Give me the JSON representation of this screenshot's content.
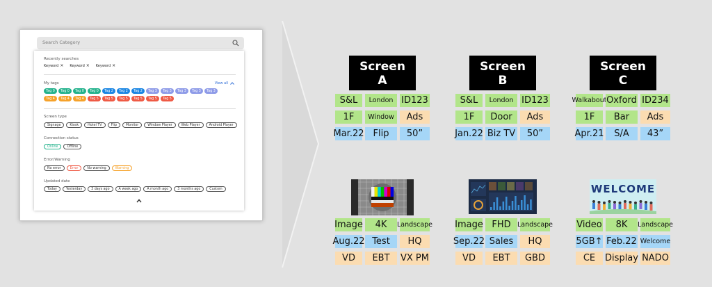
{
  "panel": {
    "search_placeholder": "Search Category",
    "recent": {
      "title": "Recently searches",
      "keywords": [
        "Keyword",
        "Keyword",
        "Keyword"
      ]
    },
    "tags": {
      "title": "My tags",
      "view_all": "View all",
      "row1": [
        {
          "label": "Tag 0",
          "color": "#23b28c"
        },
        {
          "label": "Tag 0",
          "color": "#23b28c"
        },
        {
          "label": "Tag 0",
          "color": "#23b28c"
        },
        {
          "label": "Tag 0",
          "color": "#23b28c"
        },
        {
          "label": "Tag 2",
          "color": "#1b86e3"
        },
        {
          "label": "Tag 2",
          "color": "#1b86e3"
        },
        {
          "label": "Tag 2",
          "color": "#1b86e3"
        },
        {
          "label": "Tag 3",
          "color": "#8e9be8"
        },
        {
          "label": "Tag 3",
          "color": "#8e9be8"
        },
        {
          "label": "Tag 3",
          "color": "#8e9be8"
        },
        {
          "label": "Tag 3",
          "color": "#8e9be8"
        },
        {
          "label": "Tag 3",
          "color": "#8e9be8"
        }
      ],
      "row2": [
        {
          "label": "Tag 4",
          "color": "#f6a22a"
        },
        {
          "label": "Tag 4",
          "color": "#f6a22a"
        },
        {
          "label": "Tag 4",
          "color": "#f6a22a"
        },
        {
          "label": "Tag 5",
          "color": "#ef5a45"
        },
        {
          "label": "Tag 5",
          "color": "#ef5a45"
        },
        {
          "label": "Tag 5",
          "color": "#ef5a45"
        },
        {
          "label": "Tag 5",
          "color": "#ef5a45"
        },
        {
          "label": "Tag 5",
          "color": "#ef5a45"
        },
        {
          "label": "Tag 5",
          "color": "#ef5a45"
        }
      ]
    },
    "screen_type": {
      "title": "Screen type",
      "chips": [
        "Signage",
        "Kiosk",
        "Hotel TV",
        "Flip",
        "Monitor",
        "Window Player",
        "Web Player",
        "Android Player"
      ]
    },
    "connection": {
      "title": "Connection status",
      "chips": [
        {
          "label": "Online",
          "color": "#23b28c"
        },
        {
          "label": "Offline",
          "color": "#555555"
        }
      ]
    },
    "error": {
      "title": "Error/Warning",
      "chips": [
        {
          "label": "No error",
          "color": "#555555"
        },
        {
          "label": "Error",
          "color": "#ef5a45"
        },
        {
          "label": "No warning",
          "color": "#555555"
        },
        {
          "label": "Warning",
          "color": "#f6a22a"
        }
      ]
    },
    "updated": {
      "title": "Updated date",
      "chips": [
        "Today",
        "Yesterday",
        "3 days ago",
        "A week ago",
        "A month ago",
        "3 months ago",
        "Custom"
      ]
    }
  },
  "colors": {
    "green": "#b2e58a",
    "blue": "#a5d6f7",
    "peach": "#fbdcb1"
  },
  "screens": [
    {
      "label_line1": "Screen",
      "label_line2": "A",
      "rows": [
        [
          {
            "t": "S&L",
            "c": "green"
          },
          {
            "t": "London",
            "c": "green",
            "small": true
          },
          {
            "t": "ID123",
            "c": "green"
          }
        ],
        [
          {
            "t": "1F",
            "c": "green"
          },
          {
            "t": "Window",
            "c": "green",
            "small": true
          },
          {
            "t": "Ads",
            "c": "peach"
          }
        ],
        [
          {
            "t": "Mar.22",
            "c": "blue"
          },
          {
            "t": "Flip",
            "c": "blue"
          },
          {
            "t": "50”",
            "c": "blue"
          }
        ]
      ]
    },
    {
      "label_line1": "Screen",
      "label_line2": "B",
      "rows": [
        [
          {
            "t": "S&L",
            "c": "green"
          },
          {
            "t": "London",
            "c": "green",
            "small": true
          },
          {
            "t": "ID123",
            "c": "green"
          }
        ],
        [
          {
            "t": "1F",
            "c": "green"
          },
          {
            "t": "Door",
            "c": "green"
          },
          {
            "t": "Ads",
            "c": "peach"
          }
        ],
        [
          {
            "t": "Jan.22",
            "c": "blue"
          },
          {
            "t": "Biz TV",
            "c": "blue"
          },
          {
            "t": "50”",
            "c": "blue"
          }
        ]
      ]
    },
    {
      "label_line1": "Screen",
      "label_line2": "C",
      "rows": [
        [
          {
            "t": "Walkabout",
            "c": "green",
            "small": true
          },
          {
            "t": "Oxford",
            "c": "green"
          },
          {
            "t": "ID234",
            "c": "green"
          }
        ],
        [
          {
            "t": "1F",
            "c": "green"
          },
          {
            "t": "Bar",
            "c": "green"
          },
          {
            "t": "Ads",
            "c": "peach"
          }
        ],
        [
          {
            "t": "Apr.21",
            "c": "blue"
          },
          {
            "t": "S/A",
            "c": "blue"
          },
          {
            "t": "43”",
            "c": "blue"
          }
        ]
      ]
    }
  ],
  "contents": [
    {
      "thumb": "test-pattern-image",
      "rows": [
        [
          {
            "t": "Image",
            "c": "green"
          },
          {
            "t": "4K",
            "c": "green"
          },
          {
            "t": "Landscape",
            "c": "green",
            "small": true
          }
        ],
        [
          {
            "t": "Aug.22",
            "c": "blue"
          },
          {
            "t": "Test",
            "c": "blue"
          },
          {
            "t": "HQ",
            "c": "peach"
          }
        ],
        [
          {
            "t": "VD",
            "c": "peach"
          },
          {
            "t": "EBT",
            "c": "peach"
          },
          {
            "t": "VX PM",
            "c": "peach"
          }
        ]
      ]
    },
    {
      "thumb": "dashboard-image",
      "rows": [
        [
          {
            "t": "Image",
            "c": "green"
          },
          {
            "t": "FHD",
            "c": "green"
          },
          {
            "t": "Landscape",
            "c": "green",
            "small": true
          }
        ],
        [
          {
            "t": "Sep.22",
            "c": "blue"
          },
          {
            "t": "Sales",
            "c": "blue"
          },
          {
            "t": "HQ",
            "c": "peach"
          }
        ],
        [
          {
            "t": "VD",
            "c": "peach"
          },
          {
            "t": "EBT",
            "c": "peach"
          },
          {
            "t": "GBD",
            "c": "peach"
          }
        ]
      ]
    },
    {
      "thumb": "welcome-image",
      "thumb_text": "WELCOME",
      "rows": [
        [
          {
            "t": "Video",
            "c": "green"
          },
          {
            "t": "8K",
            "c": "green"
          },
          {
            "t": "Landscape",
            "c": "green",
            "small": true
          }
        ],
        [
          {
            "t": "5GB↑",
            "c": "blue"
          },
          {
            "t": "Feb.22",
            "c": "blue"
          },
          {
            "t": "Welcome",
            "c": "blue",
            "small": true
          }
        ],
        [
          {
            "t": "CE",
            "c": "peach"
          },
          {
            "t": "Display",
            "c": "peach"
          },
          {
            "t": "NADO",
            "c": "peach"
          }
        ]
      ]
    }
  ]
}
